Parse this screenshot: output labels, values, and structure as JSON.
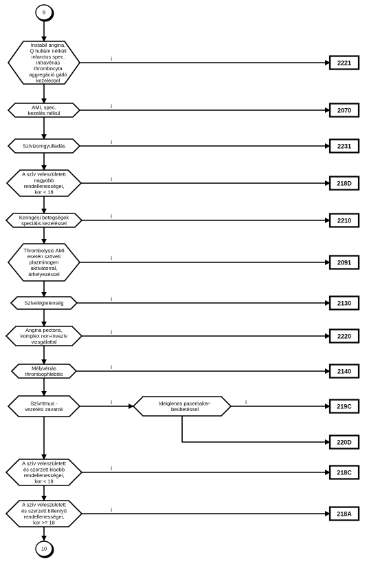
{
  "connectors": {
    "top": "9",
    "bottom": "10"
  },
  "edge_label": "i",
  "nodes": [
    {
      "lines": [
        "Instabil angina,",
        "Q hullám nélküli",
        "infarctus spec.",
        "intravénás",
        "thrombocyta",
        "aggregáció gátló",
        "kezeléssel"
      ],
      "result": "2221"
    },
    {
      "lines": [
        "AMI, spec.",
        "kezelés nélkül"
      ],
      "result": "2070"
    },
    {
      "lines": [
        "Szívizomgyulladás"
      ],
      "result": "2231"
    },
    {
      "lines": [
        "A szív veleszületett",
        "nagyobb",
        "rendellenességei,",
        "kor < 18"
      ],
      "result": "218D"
    },
    {
      "lines": [
        "Keringési betegségek",
        "speciális kezeléssel"
      ],
      "result": "2210"
    },
    {
      "lines": [
        "Thrombolysis AMI",
        "esetén szöveti",
        "plazminogen",
        "aktivátorral,",
        "áthelyezéssel"
      ],
      "result": "2091"
    },
    {
      "lines": [
        "Szívelégtelenség"
      ],
      "result": "2130"
    },
    {
      "lines": [
        "Angina pectoris,",
        "komplex non-invazív",
        "vizsgálattal"
      ],
      "result": "2220"
    },
    {
      "lines": [
        "Mélyvénás",
        "thrombophlebitis"
      ],
      "result": "2140"
    },
    {
      "lines": [
        "Szívritmus -",
        "vezetési zavarok"
      ],
      "sub": {
        "lines": [
          "Ideiglenes pacemaker-",
          "beültetéssel"
        ],
        "result_yes": "219C",
        "result_no": "220D"
      }
    },
    {
      "lines": [
        "A szív veleszületett",
        "és szerzett kisebb",
        "rendellenességei,",
        "kor < 18"
      ],
      "result": "218C"
    },
    {
      "lines": [
        "A szív veleszületett",
        "és szerzett billentyű",
        "rendellenességei,",
        "kor >= 18"
      ],
      "result": "218A"
    }
  ]
}
